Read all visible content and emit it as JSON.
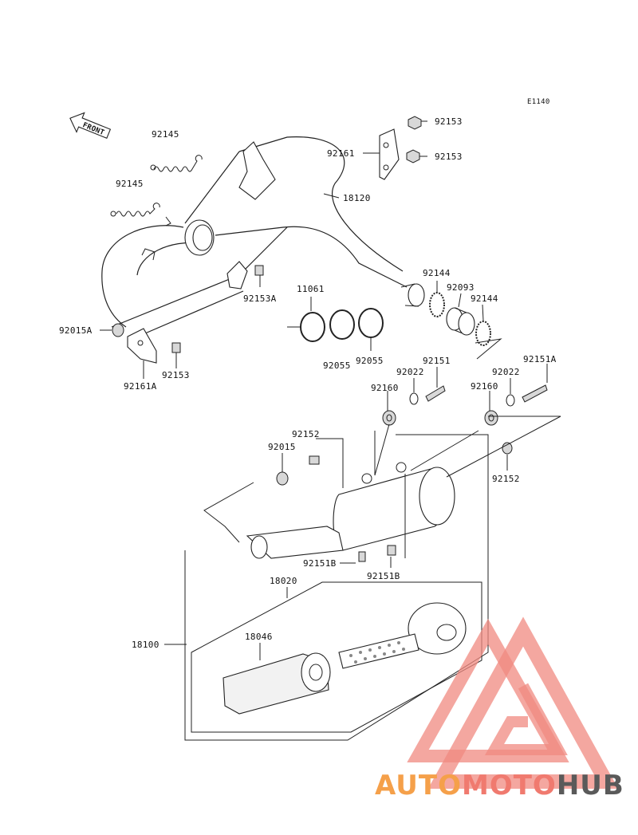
{
  "diagram_id": "E1140",
  "front_label": "FRONT",
  "logo": {
    "part1": "AUTO",
    "part2": "MOTO",
    "part3": "HUB",
    "color_orange": "#f5a04a",
    "color_red": "#f07a6f",
    "color_gray": "#5a5a5a"
  },
  "labels": {
    "l92153a": "92153",
    "l92161": "92161",
    "l92153b": "92153",
    "l92145a": "92145",
    "l92145b": "92145",
    "l18120": "18120",
    "l92153A": "92153A",
    "l92015A": "92015A",
    "l92153c": "92153",
    "l92161A": "92161A",
    "l11061": "11061",
    "l92055a": "92055",
    "l92055b": "92055",
    "l92144a": "92144",
    "l92093": "92093",
    "l92144b": "92144",
    "l92151": "92151",
    "l92022a": "92022",
    "l92160a": "92160",
    "l92151A": "92151A",
    "l92022b": "92022",
    "l92160b": "92160",
    "l92152a": "92152",
    "l92015": "92015",
    "l92152b": "92152",
    "l92151Ba": "92151B",
    "l92151Bb": "92151B",
    "l18020": "18020",
    "l18046": "18046",
    "l18100": "18100"
  }
}
